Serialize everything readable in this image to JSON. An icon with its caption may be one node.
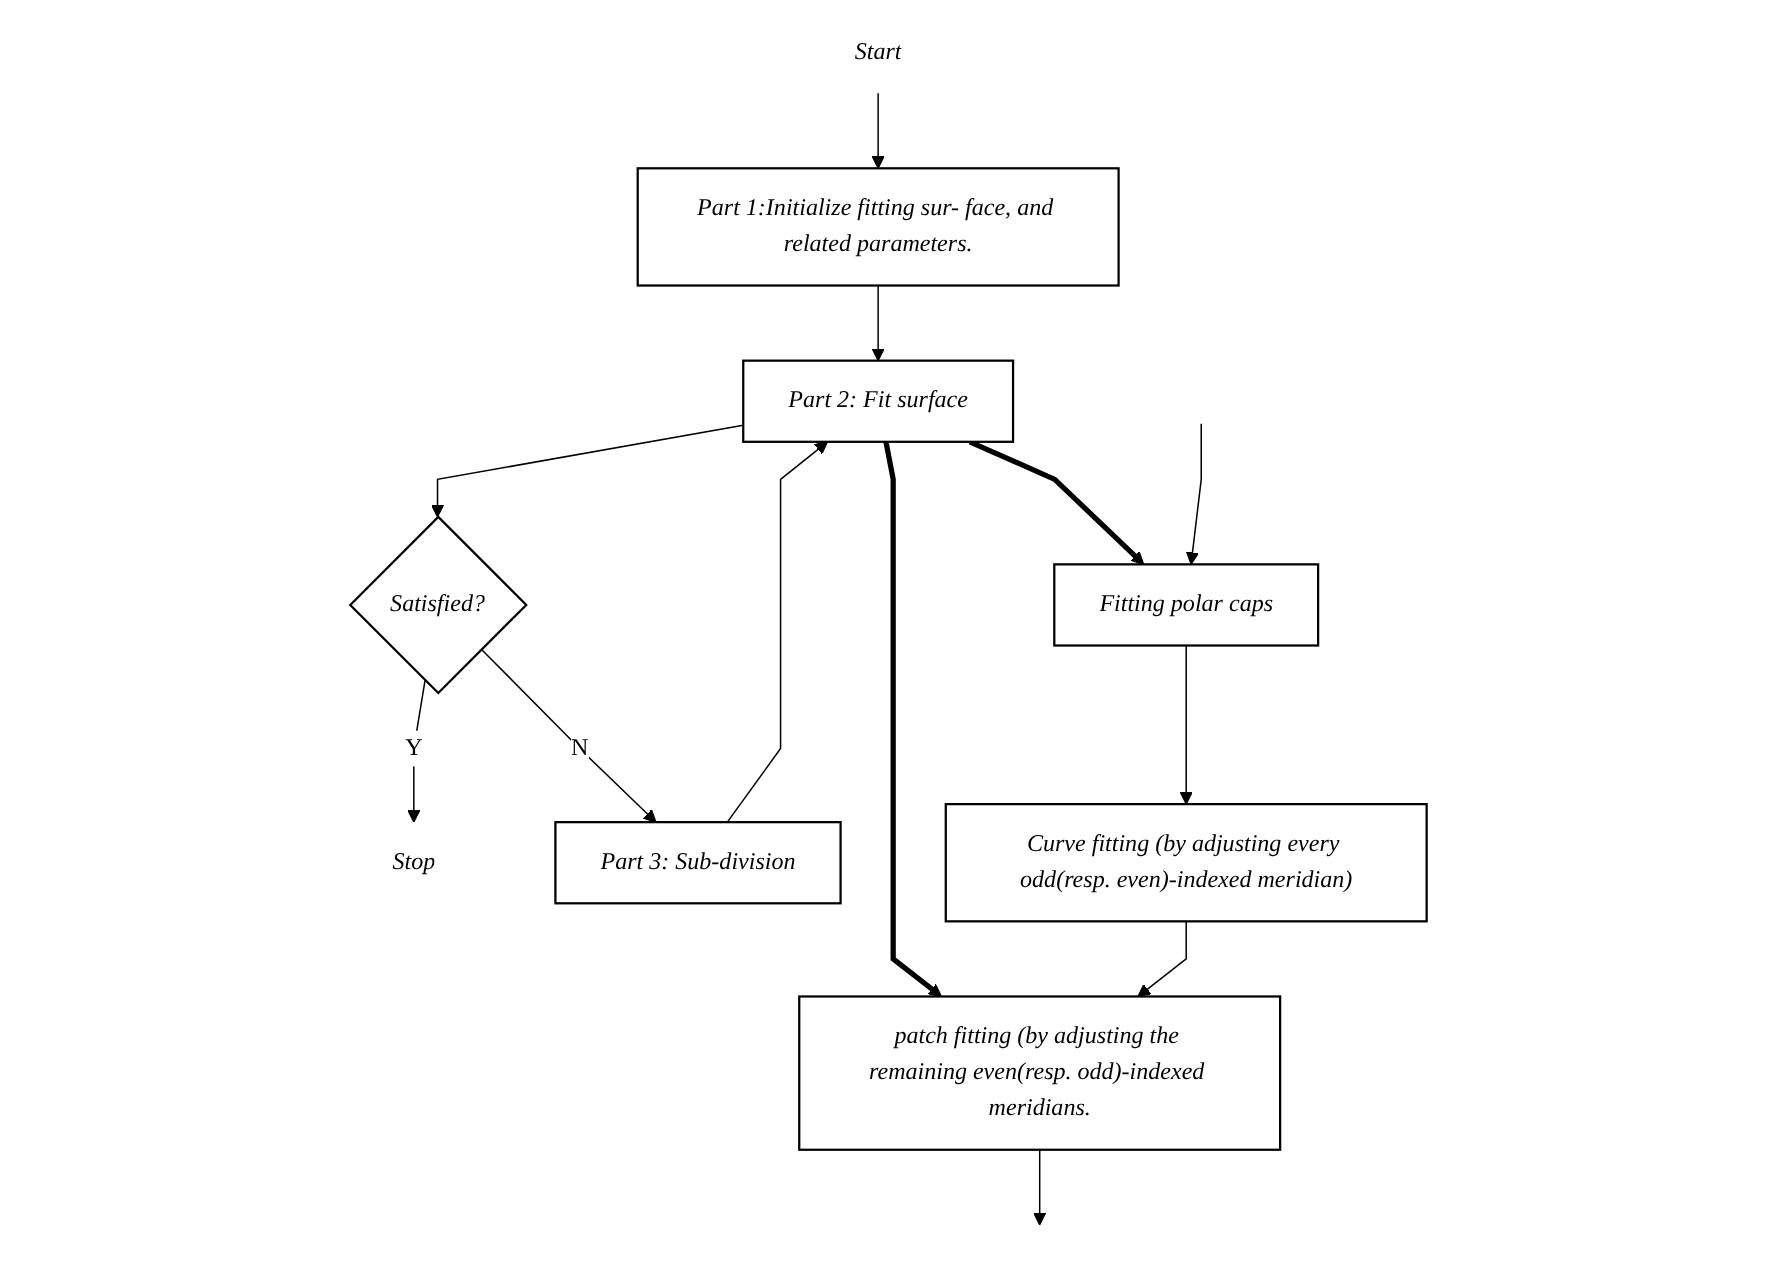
{
  "diagram": {
    "nodes": [
      {
        "text": [
          "Start"
        ]
      },
      {
        "text": [
          "Part 1:Initialize fitting sur- face, and related parameters."
        ]
      },
      {
        "text": [
          "Part 2: Fit surface"
        ]
      },
      {
        "text": [
          "Satisfied?"
        ]
      },
      {
        "text": [
          "Stop"
        ]
      },
      {
        "text": [
          "Part 3: Sub-division"
        ]
      },
      {
        "text": [
          "Fitting polar caps"
        ]
      },
      {
        "text": [
          "Curve fitting (by adjusting every odd(resp. even)-indexed meridian)"
        ]
      },
      {
        "text": [
          "patch fitting (by adjusting the remaining even(resp. odd)-indexed meridians."
        ]
      }
    ],
    "edges": [
      {
        "from": 0,
        "to": 1,
        "arrow": "to"
      },
      {
        "from": 1,
        "to": 2,
        "arrow": "to"
      },
      {
        "from": 2,
        "to": 3,
        "arrow": "to"
      },
      {
        "from": 3,
        "to": 4,
        "arrow": "to",
        "label": "Y"
      },
      {
        "from": 3,
        "to": 5,
        "arrow": "to",
        "label": "N"
      },
      {
        "from": 5,
        "to": 2,
        "arrow": "to"
      },
      {
        "from": 2,
        "to": 6,
        "arrow": "to",
        "style": "thick"
      },
      {
        "from": 2,
        "to": 8,
        "arrow": "to",
        "style": "thick"
      },
      {
        "from": null,
        "to": 6,
        "arrow": "to"
      },
      {
        "from": 6,
        "to": 7,
        "arrow": "to"
      },
      {
        "from": 7,
        "to": 8,
        "arrow": "to"
      },
      {
        "from": 8,
        "to": null,
        "arrow": "to"
      }
    ]
  }
}
